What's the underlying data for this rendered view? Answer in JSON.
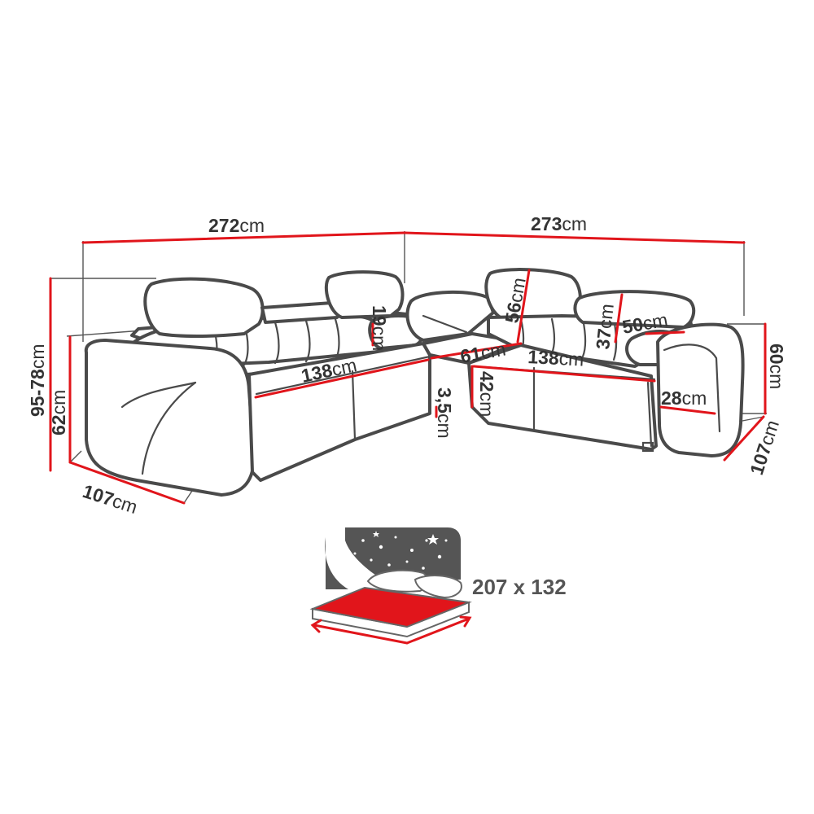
{
  "dimensions": {
    "width_left": {
      "value": "272",
      "unit": "cm"
    },
    "width_right": {
      "value": "273",
      "unit": "cm"
    },
    "height_backrest": {
      "value": "95-78",
      "unit": "cm"
    },
    "height_arm_left": {
      "value": "62",
      "unit": "cm"
    },
    "height_arm_right": {
      "value": "60",
      "unit": "cm"
    },
    "depth_left": {
      "value": "107",
      "unit": "cm"
    },
    "depth_right": {
      "value": "107",
      "unit": "cm"
    },
    "seat_width_left": {
      "value": "138",
      "unit": "cm"
    },
    "seat_width_right": {
      "value": "138",
      "unit": "cm"
    },
    "headrest_height_left": {
      "value": "19",
      "unit": "cm"
    },
    "headrest_height_right": {
      "value": "56",
      "unit": "cm"
    },
    "corner_seat": {
      "value": "61",
      "unit": "cm"
    },
    "seat_height": {
      "value": "42",
      "unit": "cm"
    },
    "leg_height": {
      "value": "3,5",
      "unit": "cm"
    },
    "back_cushion_height": {
      "value": "37",
      "unit": "cm"
    },
    "bolster_length": {
      "value": "50",
      "unit": "cm"
    },
    "armrest_width": {
      "value": "28",
      "unit": "cm"
    }
  },
  "bed": {
    "size_label": "207 x 132"
  },
  "colors": {
    "line": "#4a4a4a",
    "dimension": "#e1151b",
    "text": "#333333",
    "night_sky": "#555555",
    "mattress": "#e1151b"
  },
  "icons": [
    "sofa-drawing",
    "sleeping-area-icon",
    "star-icon",
    "pillow-icon"
  ]
}
